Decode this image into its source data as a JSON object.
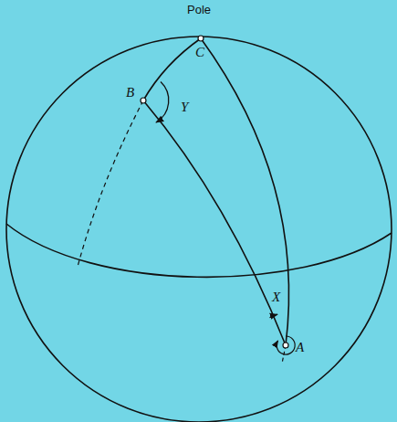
{
  "diagram": {
    "labels": [
      "Pole",
      "C",
      "B",
      "Y",
      "X",
      "A"
    ]
  }
}
